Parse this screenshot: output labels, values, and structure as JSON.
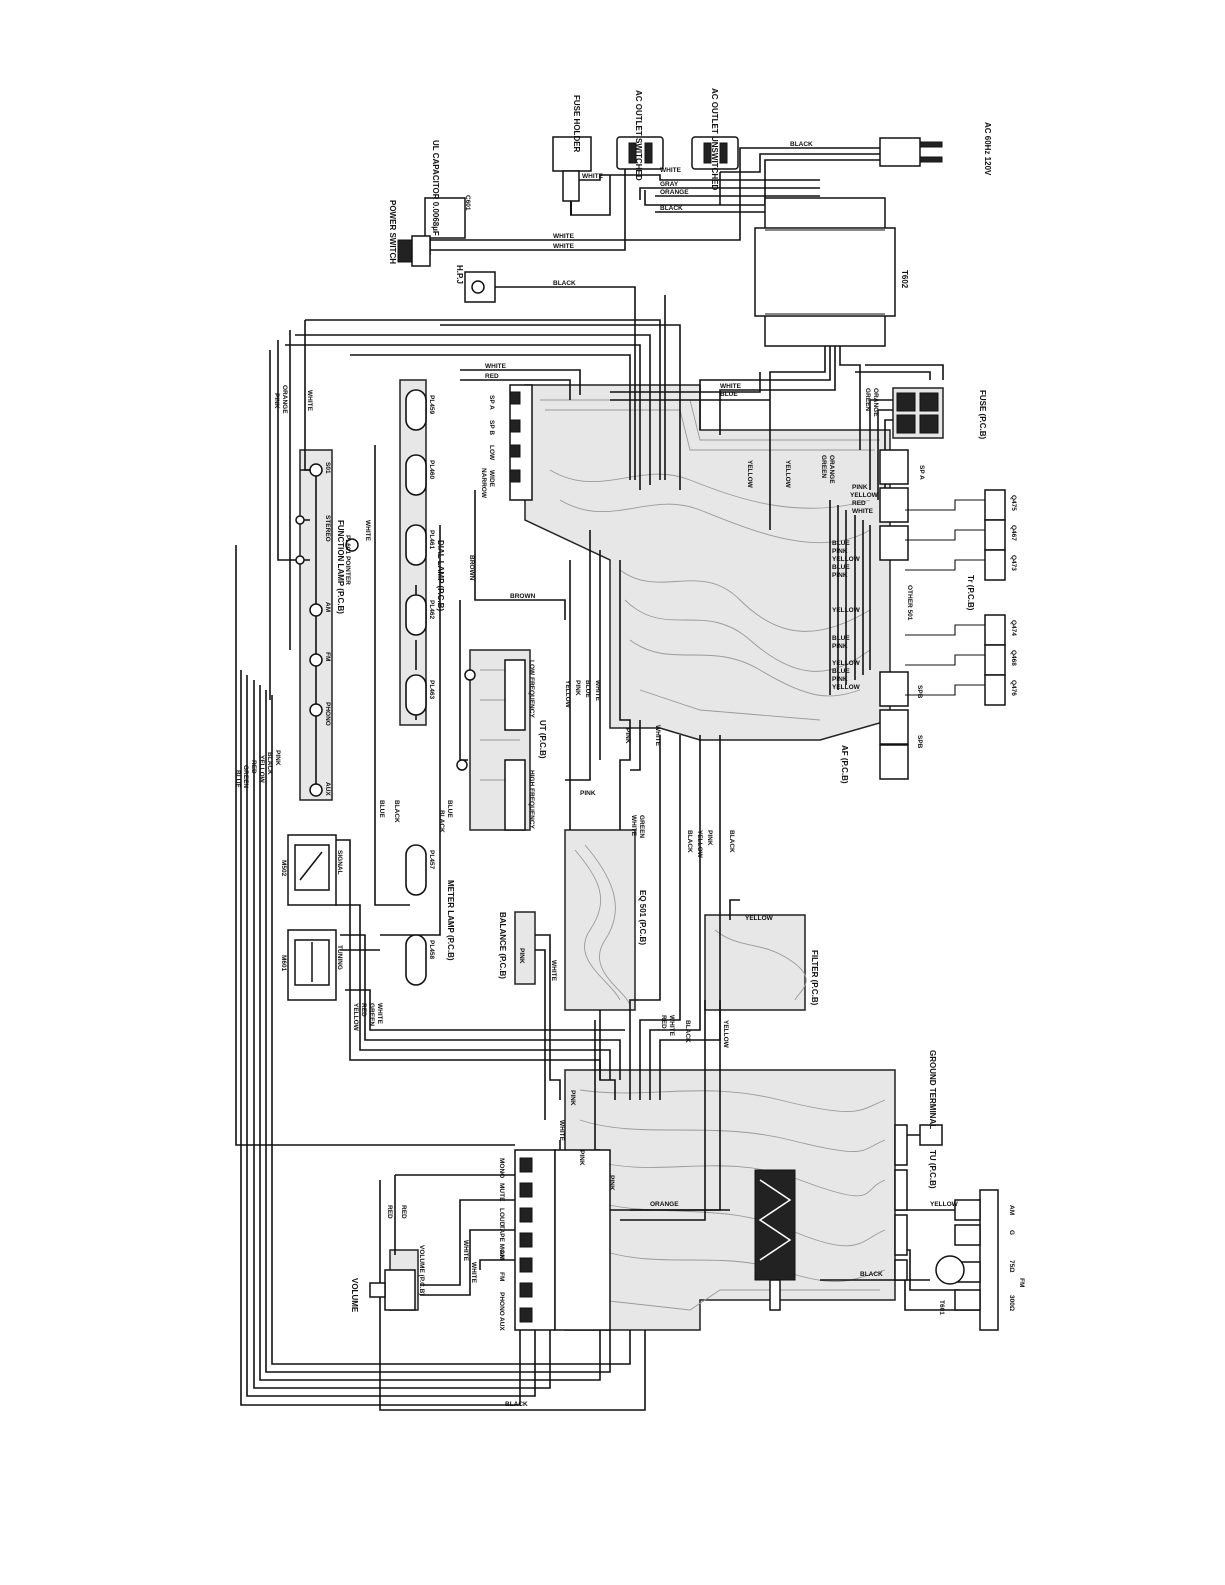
{
  "labels": {
    "ac_plug": "AC 60Hz 120V",
    "ac_outlet_unswitched": "AC OUTLET UNSWITCHED",
    "ac_outlet_switched": "AC OUTLET SWITCHED",
    "fuse_holder": "FUSE HOLDER",
    "ul_capacitor": "UL CAPACITOR 0.0068µF",
    "c601": "C601",
    "power_switch": "POWER SWITCH",
    "hpj": "H.P.J",
    "t602": "T602",
    "fuse_pcb": "FUSE (P.C.B)",
    "af_pcb": "AF (P.C.B)",
    "tr_pcb": "Tr (P.C.B)",
    "sp_a_top": "SP A",
    "sp_a": "SP A",
    "sp_b": "SP B",
    "spb1": "SPB",
    "spb2": "SPB",
    "low": "LOW",
    "wide": "WIDE",
    "narrow": "NARROW",
    "q475": "Q475",
    "q467": "Q467",
    "q473": "Q473",
    "q474": "Q474",
    "q468": "Q468",
    "q476": "Q476",
    "other_501": "OTHER 501",
    "pl459": "PL459",
    "pl460": "PL460",
    "pl461": "PL461",
    "pl462": "PL462",
    "pl463": "PL463",
    "pl457": "PL457",
    "pl458": "PL458",
    "pl601": "PL601 POINTER",
    "dial_lamp": "DIAL LAMP (P.C.B)",
    "function_lamp": "FUNCTION LAMP (P.C.B)",
    "s901": "S01",
    "stereo": "STEREO",
    "am": "AM",
    "fm": "FM",
    "phono": "PHONO",
    "aux": "AUX",
    "ut_pcb": "UT (P.C.B)",
    "low_frequency": "LOW FREQUENCY",
    "high_frequency": "HIGH FREQUENCY",
    "meter_lamp": "METER LAMP (P.C.B)",
    "m502": "M502",
    "m601": "M601",
    "signal": "SIGNAL",
    "tuning": "TUNING",
    "eq_pcb": "EQ 501 (P.C.B)",
    "balance_pcb": "BALANCE (P.C.B)",
    "filter_pcb": "FILTER (P.C.B)",
    "ground_terminal": "GROUND TERMINAL",
    "tu_pcb": "TU (P.C.B)",
    "ant_am": "AM",
    "ant_g": "G",
    "ant_75": "75Ω",
    "ant_fm": "FM",
    "ant_300": "300Ω",
    "t601": "T601",
    "mono": "MONO",
    "mute": "MUTE",
    "loud": "LOUD",
    "tape_moni": "TAPE MONI",
    "sel_am": "AM",
    "sel_fm": "FM",
    "sel_phono": "PHONO",
    "sel_aux": "AUX",
    "volume_pcb": "VOLUME (P.C.B)",
    "volume": "VOLUME"
  },
  "wire_colors": {
    "black": "BLACK",
    "white": "WHITE",
    "red": "RED",
    "gray": "GRAY",
    "orange": "ORANGE",
    "brown": "BROWN",
    "yellow": "YELLOW",
    "blue": "BLUE",
    "green": "GREEN",
    "pink": "PINK"
  }
}
